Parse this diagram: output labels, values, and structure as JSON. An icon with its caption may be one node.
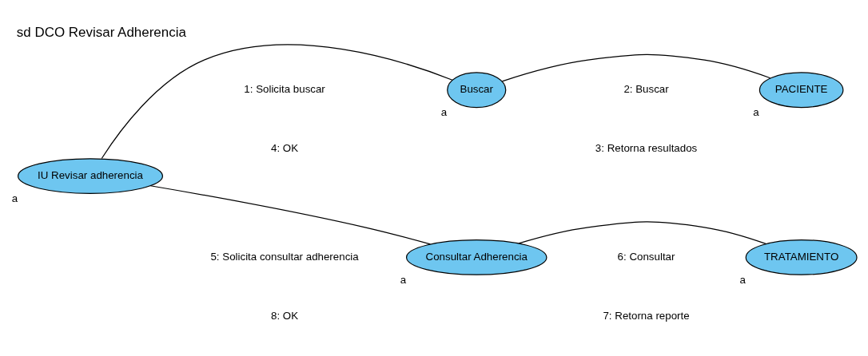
{
  "diagram": {
    "title": "sd DCO Revisar Adherencia",
    "nodes": [
      {
        "text": [
          "IU Revisar adherencia"
        ],
        "beside": [
          "a"
        ]
      },
      {
        "text": [
          "Buscar"
        ],
        "beside": [
          "a"
        ]
      },
      {
        "text": [
          "PACIENTE"
        ],
        "beside": [
          "a"
        ]
      },
      {
        "text": [
          "Consultar Adherencia"
        ],
        "beside": [
          "a"
        ]
      },
      {
        "text": [
          "TRATAMIENTO"
        ],
        "beside": [
          "a"
        ]
      }
    ],
    "edges": [
      {
        "from": 0,
        "to": 1,
        "arrow": "none"
      },
      {
        "from": 1,
        "to": 2,
        "arrow": "none"
      },
      {
        "from": 0,
        "to": 3,
        "arrow": "none"
      },
      {
        "from": 3,
        "to": 4,
        "arrow": "none"
      }
    ],
    "labels": [
      "1: Solicita buscar",
      "2: Buscar",
      "4: OK",
      "3: Retorna resultados",
      "5: Solicita consultar adherencia",
      "6: Consultar",
      "8: OK",
      "7: Retorna reporte"
    ]
  }
}
